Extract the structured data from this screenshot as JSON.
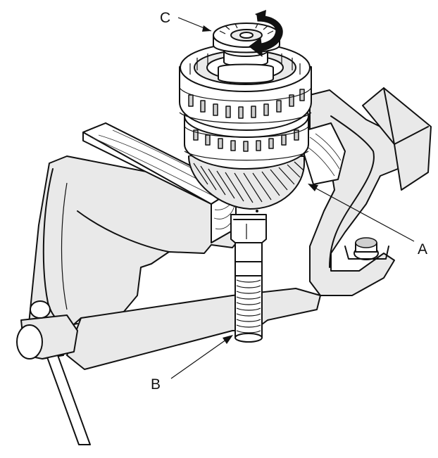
{
  "figure": {
    "callouts": {
      "a": "A",
      "b": "B",
      "c": "C"
    },
    "colors": {
      "line": "#111111",
      "fill_light": "#e9e9e9",
      "fill_dark": "#cfcfcf",
      "background": "#ffffff"
    }
  }
}
